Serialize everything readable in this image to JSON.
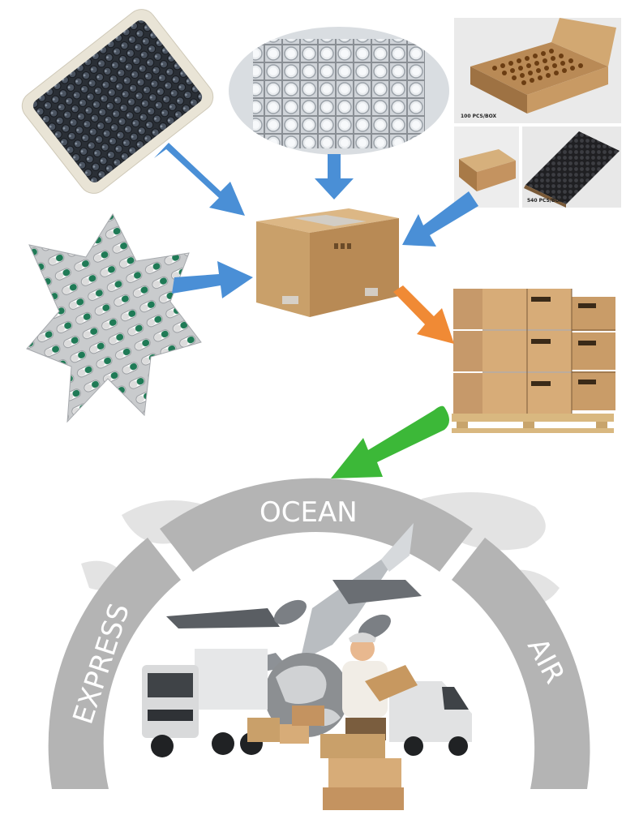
{
  "packaging": {
    "box_label_1": "100 PCS/BOX",
    "box_label_2": "540 PCS/BOX"
  },
  "shipping": {
    "methods": [
      "EXPRESS",
      "OCEAN",
      "AIR"
    ]
  },
  "colors": {
    "arrow_blue": "#4a8fd6",
    "arrow_orange": "#f08a35",
    "arrow_green": "#3cb838",
    "ring_gray": "#b4b4b4",
    "box_kraft": "#c9a06a"
  }
}
